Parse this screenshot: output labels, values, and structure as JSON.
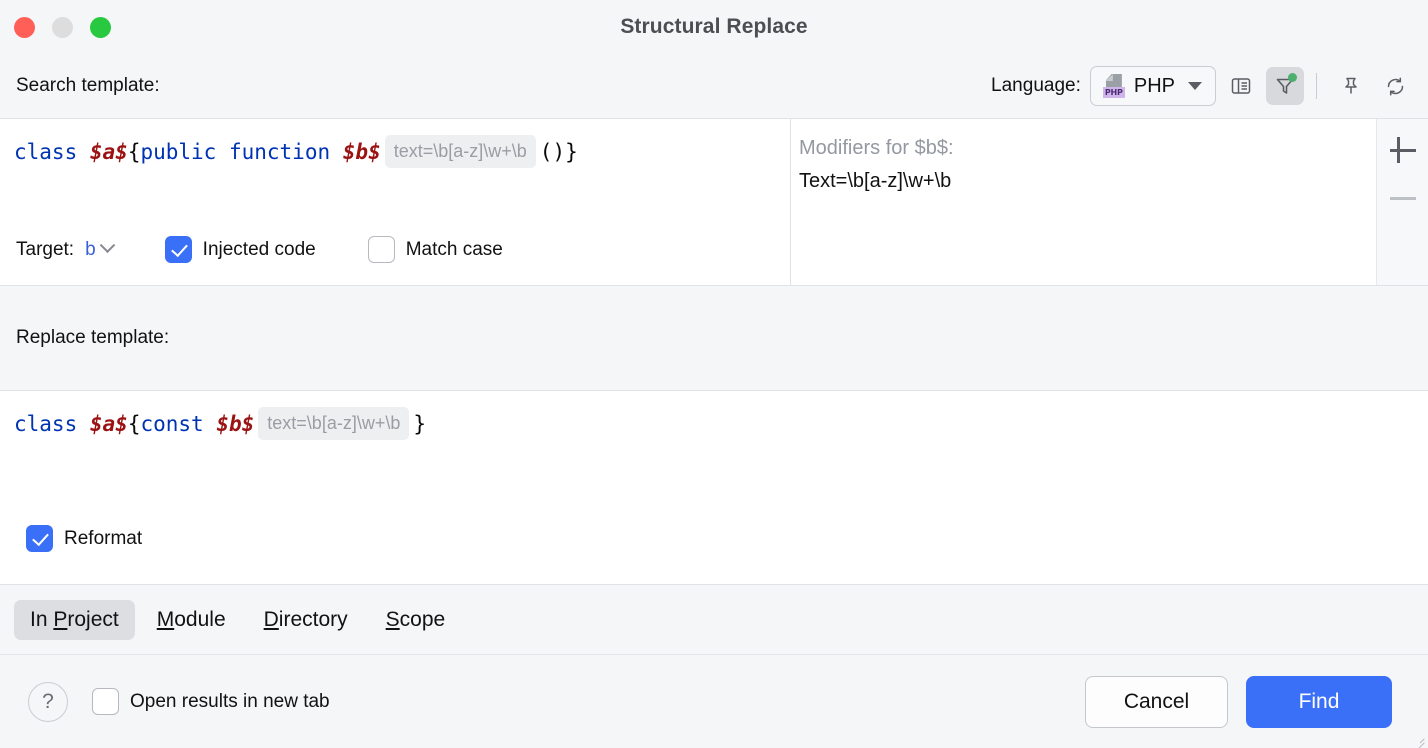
{
  "window": {
    "title": "Structural Replace",
    "traffic_lights": [
      "close-red",
      "minimize-yellow",
      "zoom-green"
    ]
  },
  "search_section": {
    "label": "Search template:",
    "language_label": "Language:",
    "language_value": "PHP",
    "language_icon_badge": "PHP",
    "toolbar_icons": [
      "panel-view-icon",
      "filter-icon",
      "pin-icon",
      "refresh-icon"
    ],
    "filter_has_badge": true,
    "code": {
      "tokens": [
        {
          "text": "class",
          "type": "keyword"
        },
        {
          "text": " ",
          "type": "plain"
        },
        {
          "text": "$a$",
          "type": "variable"
        },
        {
          "text": " {",
          "type": "plain"
        },
        {
          "text": "public function",
          "type": "keyword"
        },
        {
          "text": " ",
          "type": "plain"
        },
        {
          "text": "$b$",
          "type": "variable"
        },
        {
          "text": "text=\\b[a-z]\\w+\\b",
          "type": "chip"
        },
        {
          "text": "()}",
          "type": "plain"
        }
      ],
      "plain_text": "class $a$ {public function $b$ [text=\\b[a-z]\\w+\\b] ()}"
    },
    "target_label": "Target:",
    "target_value": "b",
    "injected_code": {
      "label": "Injected code",
      "checked": true
    },
    "match_case": {
      "label": "Match case",
      "checked": false
    }
  },
  "modifiers": {
    "title": "Modifiers for $b$:",
    "items": [
      "Text=\\b[a-z]\\w+\\b"
    ],
    "add_label": "+",
    "remove_label": "–"
  },
  "replace_section": {
    "label": "Replace template:",
    "code": {
      "tokens": [
        {
          "text": "class",
          "type": "keyword"
        },
        {
          "text": " ",
          "type": "plain"
        },
        {
          "text": "$a$",
          "type": "variable"
        },
        {
          "text": " {",
          "type": "plain"
        },
        {
          "text": "const",
          "type": "keyword"
        },
        {
          "text": " ",
          "type": "plain"
        },
        {
          "text": "$b$",
          "type": "variable"
        },
        {
          "text": "text=\\b[a-z]\\w+\\b",
          "type": "chip"
        },
        {
          "text": "}",
          "type": "plain"
        }
      ],
      "plain_text": "class $a$ {const $b$ [text=\\b[a-z]\\w+\\b] }"
    },
    "reformat": {
      "label": "Reformat",
      "checked": true
    }
  },
  "scope_tabs": [
    {
      "label": "In Project",
      "mnemonic": "P",
      "selected": true
    },
    {
      "label": "Module",
      "mnemonic": "M",
      "selected": false
    },
    {
      "label": "Directory",
      "mnemonic": "D",
      "selected": false
    },
    {
      "label": "Scope",
      "mnemonic": "S",
      "selected": false
    }
  ],
  "footer": {
    "help_label": "?",
    "open_results": {
      "label": "Open results in new tab",
      "checked": false
    },
    "cancel_label": "Cancel",
    "find_label": "Find"
  },
  "colors": {
    "accent": "#3a6ff7",
    "keyword": "#0033b3",
    "variable": "#9b1212",
    "chip_text": "#9a9da3",
    "badge_green": "#4caf6d",
    "php_badge_bg": "#ceb6ea",
    "window_bg": "#f5f6f8",
    "pane_bg": "#ffffff"
  }
}
